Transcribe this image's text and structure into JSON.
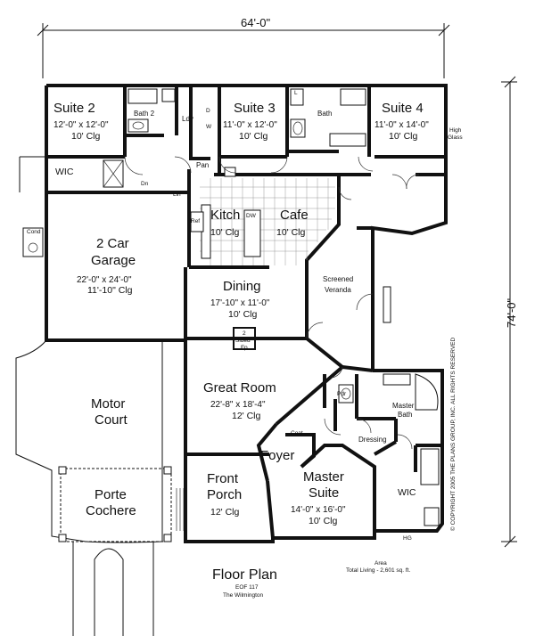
{
  "dimensions": {
    "width_label": "64'-0\"",
    "depth_label": "74'-0\""
  },
  "rooms": {
    "suite2": {
      "name": "Suite 2",
      "size": "12'-0\" x 12'-0\"",
      "ceiling": "10' Clg"
    },
    "suite3": {
      "name": "Suite 3",
      "size": "11'-0\" x 12'-0\"",
      "ceiling": "10' Clg"
    },
    "suite4": {
      "name": "Suite 4",
      "size": "11'-0\" x 14'-0\"",
      "ceiling": "10' Clg"
    },
    "garage": {
      "name_line1": "2 Car",
      "name_line2": "Garage",
      "size": "22'-0\" x 24'-0\"",
      "ceiling": "11'-10\" Clg"
    },
    "kitchen": {
      "name": "Kitch",
      "ceiling": "10' Clg"
    },
    "cafe": {
      "name": "Cafe",
      "ceiling": "10' Clg"
    },
    "dining": {
      "name": "Dining",
      "size": "17'-10\" x 11'-0\"",
      "ceiling": "10' Clg"
    },
    "veranda": {
      "line1": "Screened",
      "line2": "Veranda"
    },
    "great": {
      "name": "Great Room",
      "size": "22'-8\" x 18'-4\"",
      "ceiling": "12' Clg"
    },
    "motor": {
      "line1": "Motor",
      "line2": "Court"
    },
    "porte": {
      "line1": "Porte",
      "line2": "Cochere"
    },
    "porch": {
      "line1": "Front",
      "line2": "Porch",
      "ceiling": "12' Clg"
    },
    "foyer": {
      "name": "Foyer"
    },
    "master": {
      "line1": "Master",
      "line2": "Suite",
      "size": "14'-0\" x 16'-0\"",
      "ceiling": "10' Clg"
    },
    "mbath": {
      "line1": "Master",
      "line2": "Bath"
    },
    "dressing": {
      "name": "Dressing"
    },
    "wic_master": {
      "name": "WIC"
    },
    "wic_suite2": {
      "name": "WIC"
    }
  },
  "small_labels": {
    "bath2": "Bath 2",
    "bath": "Bath",
    "ldy": "Ldy",
    "pan": "Pan",
    "lin": "Lin",
    "dn": "Dn",
    "ref": "Ref",
    "dw": "DW",
    "cond": "Cond",
    "fp_line1": "2",
    "fp_line2": "Sided",
    "fp_line3": "Fp",
    "pdr": "Pdr",
    "coat": "Coat",
    "hg": "HG",
    "high_glass_1": "High",
    "high_glass_2": "Glass",
    "w": "W",
    "d": "D",
    "l": "L"
  },
  "copyright": "© COPYRIGHT 2005 THE PLANS GROUP, INC. ALL RIGHTS RESERVED",
  "caption": {
    "title": "Floor Plan",
    "plan_code": "EOF 117",
    "plan_name": "The Wilmington",
    "area_heading": "Area",
    "total_living": "Total Living - 2,601 sq. ft."
  }
}
